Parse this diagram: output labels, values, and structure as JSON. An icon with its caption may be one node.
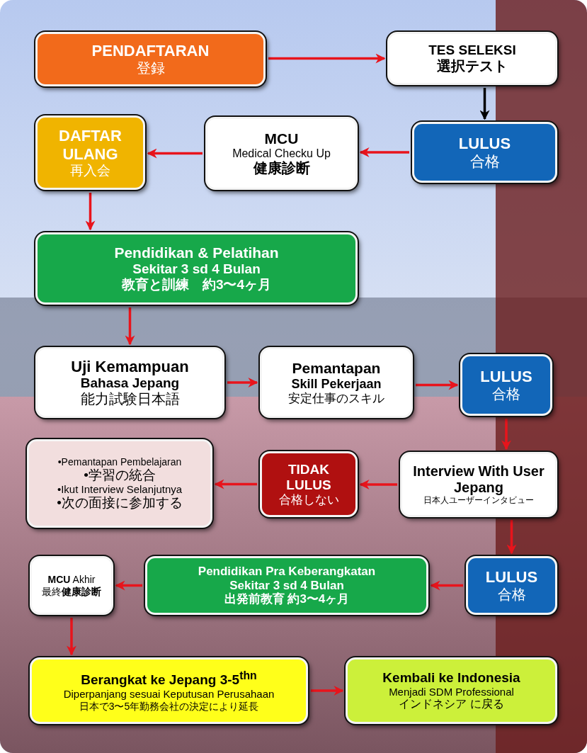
{
  "diagram": {
    "nodes": [
      {
        "text": [
          "PENDAFTARAN",
          "登録"
        ]
      },
      {
        "text": [
          "TES SELEKSI",
          "選択テスト"
        ]
      },
      {
        "text": [
          "LULUS",
          "合格"
        ]
      },
      {
        "text": [
          "MCU",
          "Medical Checku Up",
          "健康診断"
        ]
      },
      {
        "text": [
          "DAFTAR ULANG",
          "再入会"
        ]
      },
      {
        "text": [
          "Pendidikan & Pelatihan",
          "Sekitar 3 sd 4 Bulan",
          "教育と訓練　約3〜4ヶ月"
        ]
      },
      {
        "text": [
          "Uji Kemampuan",
          "Bahasa Jepang",
          "能力試験日本語"
        ]
      },
      {
        "text": [
          "Pemantapan",
          "Skill Pekerjaan",
          "安定仕事のスキル"
        ]
      },
      {
        "text": [
          "LULUS",
          "合格"
        ]
      },
      {
        "text": [
          "•Pemantapan Pembelajaran",
          "•学習の統合",
          "•Ikut Interview Selanjutnya",
          "•次の面接に参加する"
        ]
      },
      {
        "text": [
          "TIDAK LULUS",
          "合格しない"
        ]
      },
      {
        "text": [
          "Interview With User Jepang",
          "日本人ユーザーインタビュー"
        ]
      },
      {
        "text": [
          "**MCU** Akhir",
          "最終**健康診断**"
        ]
      },
      {
        "text": [
          "Pendidikan Pra Keberangkatan",
          "Sekitar 3 sd 4 Bulan",
          "出発前教育 約3〜4ヶ月"
        ]
      },
      {
        "text": [
          "LULUS",
          "合格"
        ]
      },
      {
        "text": [
          "Berangkat ke Jepang 3-5$^{thn}$",
          "Diperpanjang sesuai Keputusan Perusahaan",
          "日本で3〜5年勤務会社の決定により延長"
        ]
      },
      {
        "text": [
          "Kembali ke Indonesia",
          "Menjadi SDM Professional",
          "インドネシア に戻る"
        ]
      }
    ],
    "edges": [
      {
        "from": 0,
        "to": 1,
        "arrow": "to"
      },
      {
        "from": 1,
        "to": 2,
        "arrow": "to",
        "color": "#000000"
      },
      {
        "from": 2,
        "to": 3,
        "arrow": "to"
      },
      {
        "from": 3,
        "to": 4,
        "arrow": "to"
      },
      {
        "from": 4,
        "to": 5,
        "arrow": "to"
      },
      {
        "from": 5,
        "to": 6,
        "arrow": "to"
      },
      {
        "from": 6,
        "to": 7,
        "arrow": "to"
      },
      {
        "from": 7,
        "to": 8,
        "arrow": "to"
      },
      {
        "from": 8,
        "to": 11,
        "arrow": "to"
      },
      {
        "from": 11,
        "to": 10,
        "arrow": "to"
      },
      {
        "from": 10,
        "to": 9,
        "arrow": "to"
      },
      {
        "from": 11,
        "to": 14,
        "arrow": "to"
      },
      {
        "from": 14,
        "to": 13,
        "arrow": "to"
      },
      {
        "from": 13,
        "to": 12,
        "arrow": "to"
      },
      {
        "from": 12,
        "to": 15,
        "arrow": "to"
      },
      {
        "from": 15,
        "to": 16,
        "arrow": "to"
      }
    ]
  }
}
